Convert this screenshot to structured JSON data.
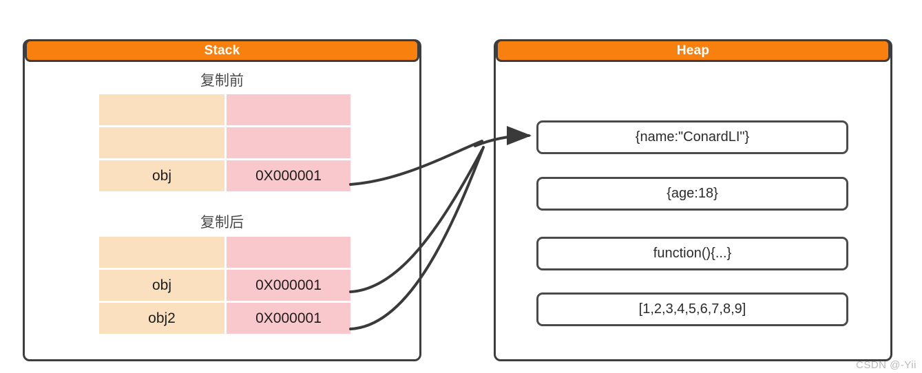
{
  "diagram": {
    "watermark": "CSDN @-Yii",
    "colors": {
      "header_orange": "#f7800f",
      "border_dark": "#3d3d3d",
      "cell_name_bg": "#fbe0c0",
      "cell_addr_bg": "#f9c8cc",
      "arrow_stroke": "#3a3a3a"
    }
  },
  "stack": {
    "title": "Stack",
    "sections": [
      {
        "caption": "复制前",
        "rows": [
          {
            "name": "",
            "address": ""
          },
          {
            "name": "",
            "address": ""
          },
          {
            "name": "obj",
            "address": "0X000001"
          }
        ]
      },
      {
        "caption": "复制后",
        "rows": [
          {
            "name": "",
            "address": ""
          },
          {
            "name": "obj",
            "address": "0X000001"
          },
          {
            "name": "obj2",
            "address": "0X000001"
          }
        ]
      }
    ]
  },
  "heap": {
    "title": "Heap",
    "boxes": [
      {
        "label": "{name:\"ConardLI\"}"
      },
      {
        "label": "{age:18}"
      },
      {
        "label": "function(){...}"
      },
      {
        "label": "[1,2,3,4,5,6,7,8,9]"
      }
    ]
  }
}
